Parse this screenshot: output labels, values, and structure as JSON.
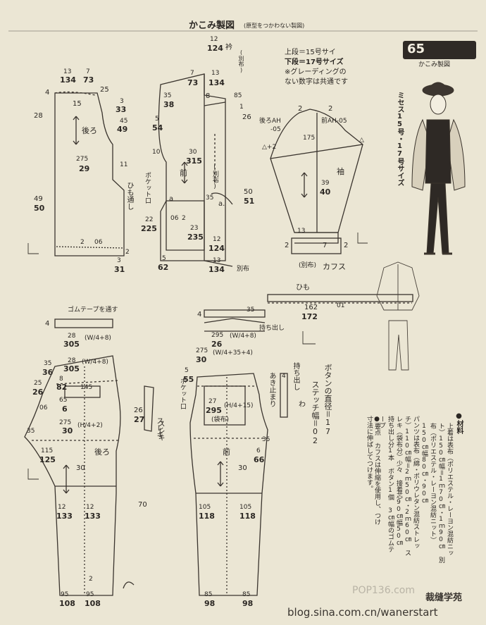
{
  "header": {
    "title": "かこみ製図",
    "subtitle": "(原型をつかわない製図)",
    "badge_number": "65",
    "badge_label": "かこみ製図"
  },
  "size_note": {
    "line1": "上段＝15号サイ",
    "line2": "下段＝17号サイズ",
    "line3": "※グレーディングの",
    "line4": "ない数字は共通です",
    "side_vertical": "ミセス15号・17号サイズ"
  },
  "back_bodice": {
    "d1": "13",
    "d1b": "134",
    "d2": "7",
    "d2b": "73",
    "d4": "4",
    "d25": "25",
    "d3": "3",
    "d33": "33",
    "d15": "15",
    "d45": "45",
    "d49": "49",
    "d28": "28",
    "label": "後ろ",
    "d275": "275",
    "d29": "29",
    "d11": "11",
    "tie_slot": "ひも通し",
    "d49b": "49",
    "d50": "50",
    "d2a": "2",
    "d06": "06",
    "d2c": "2",
    "d3b": "3",
    "d31": "31"
  },
  "front_bodice": {
    "d12": "12",
    "d124": "124",
    "collar": "衿",
    "separate": "(別布)",
    "d7": "7",
    "d73": "73",
    "d13": "13",
    "d134": "134",
    "d35": "35",
    "d38": "38",
    "d8": "8",
    "d85": "85",
    "d1": "1",
    "d5": "5",
    "d54": "54",
    "d26": "26",
    "d30": "30",
    "d315": "315",
    "d10": "10",
    "front": "前",
    "separate2": "(別布)",
    "pocket_mouth": "ポケット口",
    "d50": "50",
    "d51": "51",
    "d35b": "35",
    "a1": "a",
    "a2": "a.",
    "d22": "22",
    "d225": "225",
    "d06": "06",
    "d2": "2",
    "d23": "23",
    "d235": "235",
    "d12b": "12",
    "d124b": "124",
    "d5b": "5",
    "d62": "62",
    "d13b": "13",
    "d134b": "134",
    "separate3": "別布"
  },
  "sleeve": {
    "back_ah": "後ろAH",
    "back_ah_val": "-05",
    "front_ah": "前AH-05",
    "d2": "2",
    "d2b": "2",
    "d_delta": "△+2",
    "d175": "175",
    "d_dup": "△",
    "label": "袖",
    "d39": "39",
    "d40": "40",
    "d13": "13",
    "d2c": "2",
    "d7": "7",
    "d2d": "2",
    "separate": "(別布)",
    "cuff": "カフス"
  },
  "tie": {
    "label": "ひも",
    "d162": "162",
    "d172": "172",
    "d01": "01"
  },
  "waistband": {
    "note": "ゴムテープを通す",
    "d4": "4",
    "d28": "28",
    "d305": "305",
    "formula": "(W/4+8)"
  },
  "back_pants": {
    "d35": "35",
    "d36": "36",
    "d28": "28",
    "d305": "305",
    "formula": "(W/4+8)",
    "d25": "25",
    "d26": "26",
    "d8": "8",
    "d82": "82",
    "d145": "145",
    "d65": "65",
    "d6": "6",
    "d06": "06",
    "d275": "275",
    "d30": "30",
    "formula_h": "(H/4+2)",
    "d35b": "35",
    "d115": "115",
    "d125": "125",
    "label": "後ろ",
    "d30b": "30",
    "d27": "27",
    "d12": "12",
    "d133": "133",
    "d12b": "12",
    "d133b": "133",
    "d70": "70",
    "d2": "2",
    "d95": "95",
    "d108": "108",
    "d95b": "95",
    "d108b": "108",
    "slit": "スレキ"
  },
  "front_pants": {
    "d4": "4",
    "d35": "35",
    "d295": "295",
    "d26": "26",
    "formula_front": "(W/4+8)",
    "extension": "持ち出し",
    "d275": "275",
    "d30": "30",
    "formula_w": "(W/4+35+4)",
    "d5": "5",
    "d55": "55",
    "pocket_mouth": "ポケット口",
    "d27": "27",
    "d295b": "295",
    "formula_h": "(H/4+15)",
    "separate": "(袋布)",
    "slit": "スレキ",
    "d35b": "35",
    "d6": "6",
    "d66": "66",
    "label": "前",
    "d105": "105",
    "d118": "118",
    "d105b": "105",
    "d118b": "118",
    "d85": "85",
    "d98": "98",
    "d85b": "85",
    "d98b": "98",
    "open_stop": "あき止まり",
    "ext_label": "持ち出し",
    "d4b": "4",
    "wa": "わ"
  },
  "vertical_notes": {
    "button": "ボタンの直径＝17",
    "stitch": "ステッチ幅＝02"
  },
  "materials": {
    "title": "●材料",
    "text1": "上着は表布（ポリエステル・レーヨン混紡ニット）150㎝幅＝1ｍ70㎝・1ｍ90㎝ 別布（ポリエステル・レーヨン混紡ニット）150㎝幅80㎝・90㎝",
    "text2": "パンツは表布（綿・ポリウレタン混紡ストレッチ）110㎝幅＝2ｍ50㎝・2ｍ60㎝ スレキ（袋布分）少々 接着芯90㎝幅50㎝ 持ち出し分1本 ボタン1個 3㎝幅のゴムテープ",
    "text3": "●要点 カフスは伸縮を使用し、つけ寸法に伸ばしてつけます。"
  },
  "footer": {
    "watermark": "POP136.com",
    "url": "blog.sina.com.cn/wanerstart",
    "brand": "裁缝学苑"
  }
}
